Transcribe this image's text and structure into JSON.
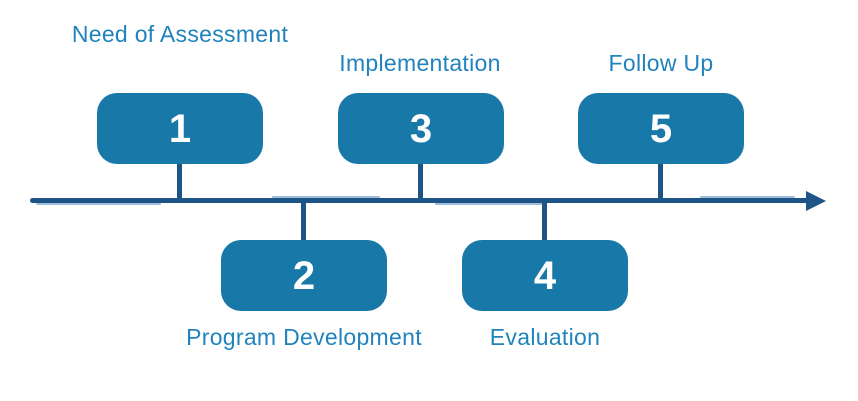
{
  "diagram": {
    "type": "timeline-process",
    "direction": "left-to-right",
    "colors": {
      "box_fill": "#1878A8",
      "label_text": "#2183BC",
      "number_text": "#FFFFFF",
      "axis_line": "#1F5586",
      "axis_accent": "#9DBEDC",
      "background": "#FFFFFF"
    },
    "steps": [
      {
        "number": "1",
        "label": "Need of Assessment",
        "position": "above"
      },
      {
        "number": "2",
        "label": "Program Development",
        "position": "below"
      },
      {
        "number": "3",
        "label": "Implementation",
        "position": "above"
      },
      {
        "number": "4",
        "label": "Evaluation",
        "position": "below"
      },
      {
        "number": "5",
        "label": "Follow Up",
        "position": "above"
      }
    ]
  }
}
